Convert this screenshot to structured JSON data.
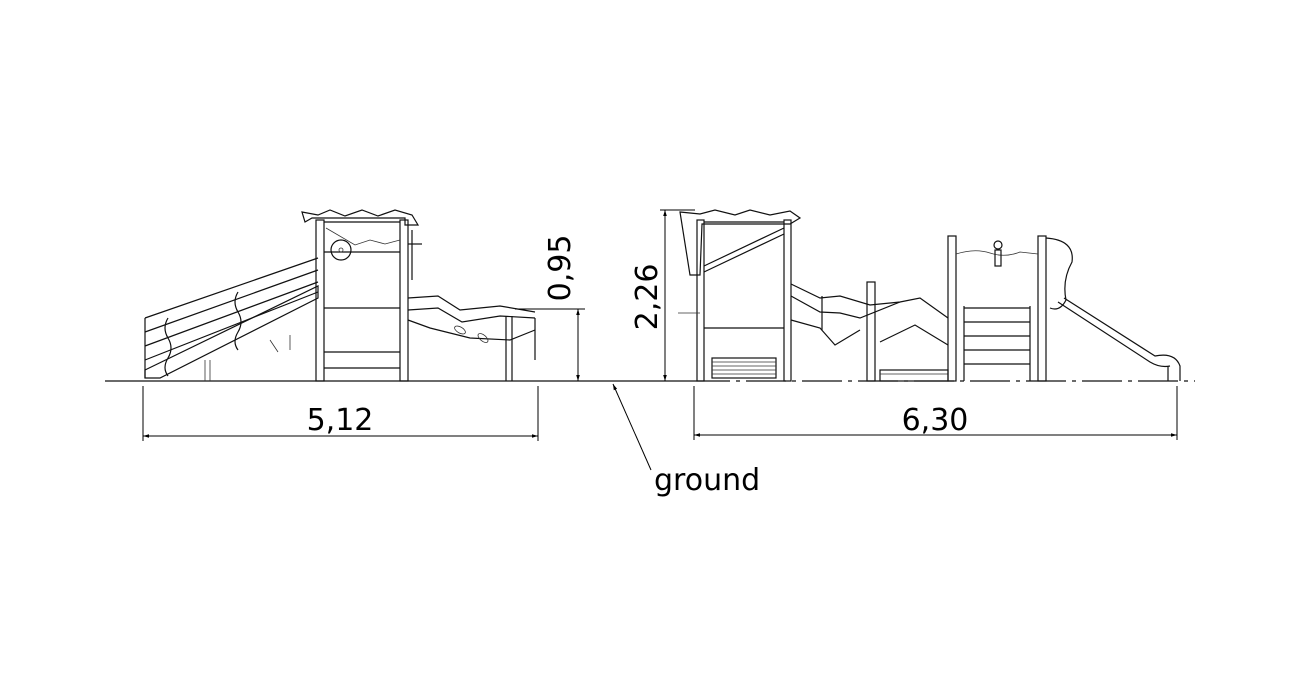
{
  "drawing": {
    "left_view": {
      "width_label": "5,12",
      "height_label": "0,95"
    },
    "right_view": {
      "width_label": "6,30",
      "height_label": "2,26"
    },
    "ground_label": "ground"
  },
  "colors": {
    "line": "#111111",
    "background": "#ffffff"
  }
}
